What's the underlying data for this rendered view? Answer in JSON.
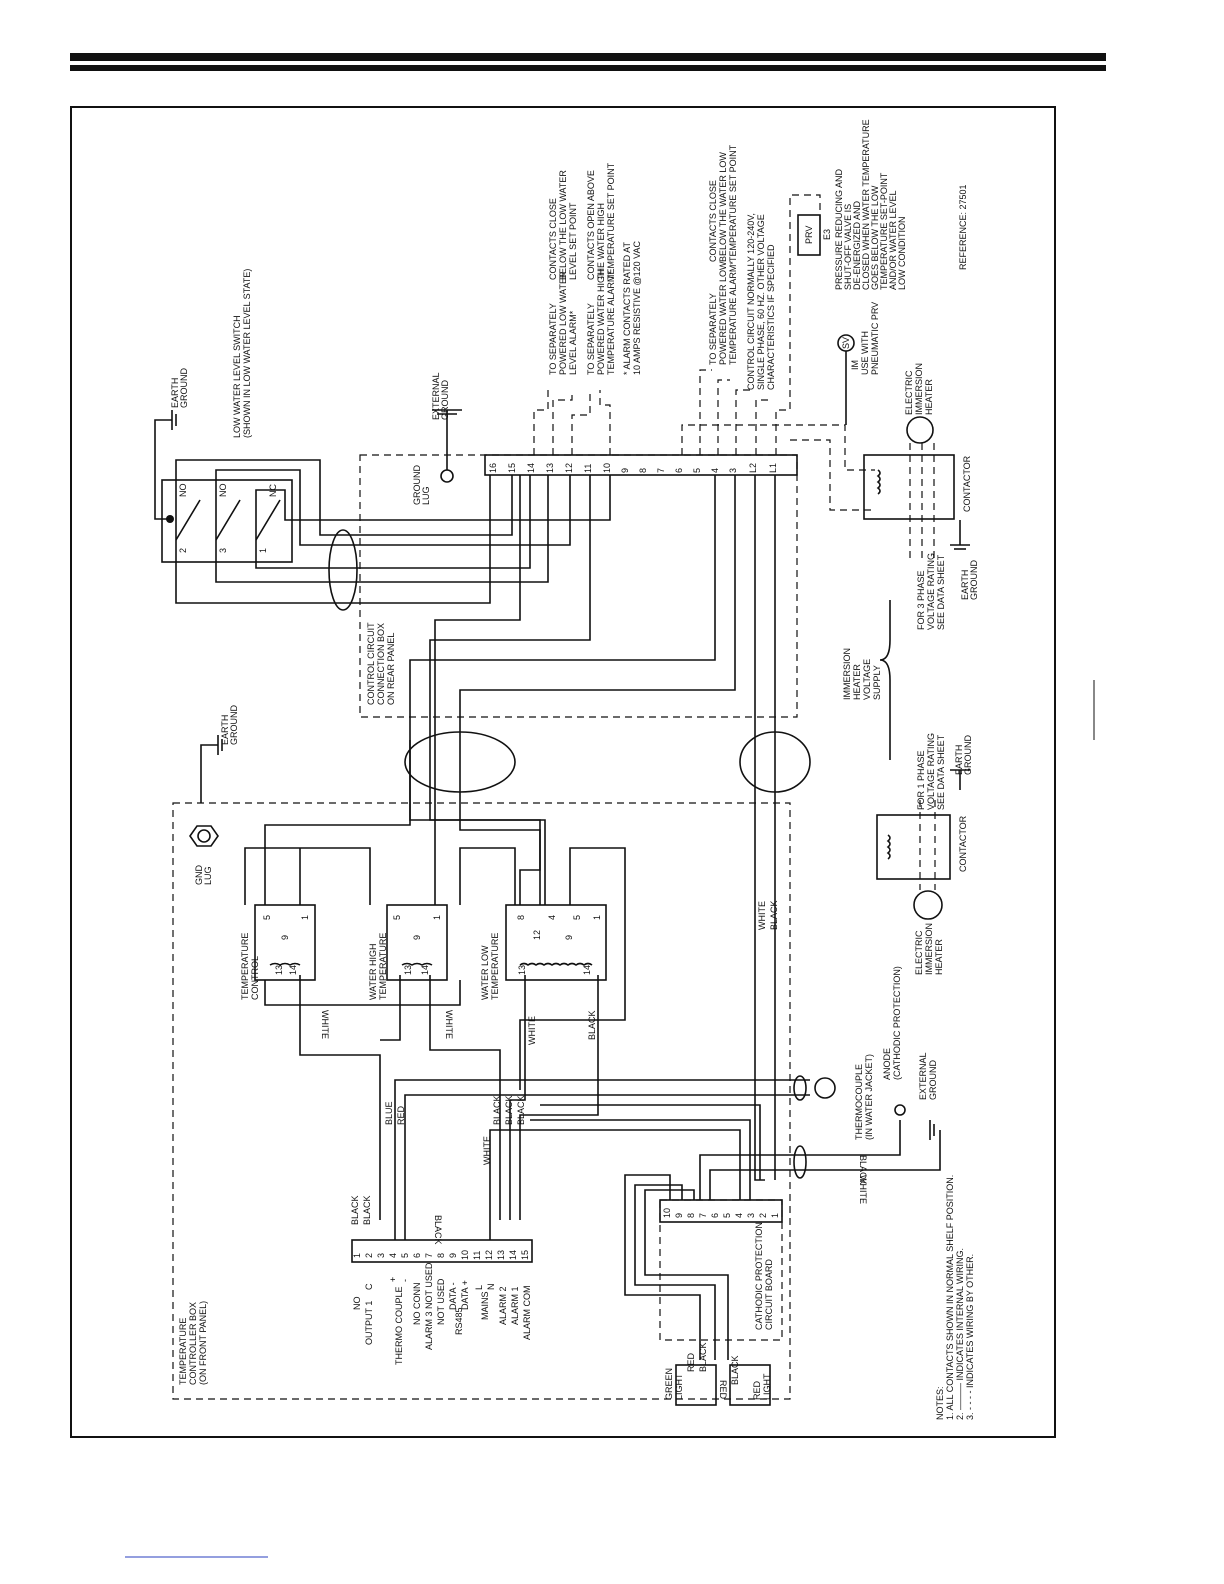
{
  "reference": "REFERENCE: 27501",
  "low_water_switch": {
    "title": "LOW WATER LEVEL SWITCH",
    "note": "(SHOWN IN LOW WATER LEVEL STATE)",
    "contacts": [
      "NO",
      "NO",
      "NC",
      "2",
      "3",
      "1"
    ]
  },
  "earth_ground": [
    "EARTH",
    "GROUND"
  ],
  "external_ground": [
    "EXTERNAL",
    "GROUND"
  ],
  "ground_lug": [
    "GROUND",
    "LUG"
  ],
  "gnd_lug": [
    "GND",
    "LUG"
  ],
  "control_box_label": [
    "CONTROL CIRCUIT",
    "CONNECTION BOX",
    "ON REAR PANEL"
  ],
  "terminals": [
    "16",
    "15",
    "14",
    "13",
    "12",
    "11",
    "10",
    "9",
    "8",
    "7",
    "6",
    "5",
    "4",
    "3",
    "L2",
    "L1"
  ],
  "alarm_low_water": [
    "TO SEPARATELY",
    "POWERED LOW WATER",
    "LEVEL ALARM*"
  ],
  "alarm_low_water_contacts": [
    "CONTACTS CLOSE",
    "BELOW THE LOW WATER",
    "LEVEL SET POINT"
  ],
  "alarm_high_temp": [
    "TO SEPARATELY",
    "POWERED WATER HIGH",
    "TEMPERATURE ALARM*"
  ],
  "alarm_high_temp_contacts": [
    "CONTACTS OPEN ABOVE",
    "THE WATER HIGH",
    "TEMPERATURE SET POINT"
  ],
  "alarm_rating": [
    "* ALARM CONTACTS RATED AT",
    "10 AMPS RESISTIVE @120 VAC"
  ],
  "alarm_low_temp": [
    "TO SEPARATELY",
    "POWERED WATER LOW",
    "TEMPERATURE ALARM*"
  ],
  "alarm_low_temp_contacts": [
    "CONTACTS CLOSE",
    "BELOW THE WATER LOW",
    "TEMPERATURE SET POINT"
  ],
  "control_circuit_note": [
    "CONTROL CIRCUIT NORMALLY 120-240V,",
    "SINGLE PHASE, 60 HZ. OTHER VOLTAGE",
    "CHARACTERISTICS IF SPECIFIED"
  ],
  "sv_label": "SV",
  "prv_label": "PRV",
  "e3_label": "E3",
  "pneumatic_note": [
    "IM",
    "USE WITH",
    "PNEUMATIC PRV"
  ],
  "prv_note": [
    "PRESSURE REDUCING AND",
    "SHUT-OFF VALVE IS",
    "DE-ENERGIZED AND",
    "CLOSED WHEN WATER TEMPERATURE",
    "GOES BELOW THE LOW",
    "TEMPERATURE SET-POINT",
    "AND/OR WATER LEVEL",
    "LOW CONDITION"
  ],
  "heater_label": [
    "ELECTRIC",
    "IMMERSION",
    "HEATER"
  ],
  "contactor_label": "CONTACTOR",
  "three_phase": [
    "FOR 3 PHASE",
    "VOLTAGE RATING",
    "SEE DATA SHEET"
  ],
  "one_phase": [
    "FOR 1 PHASE",
    "VOLTAGE RATING",
    "SEE DATA SHEET"
  ],
  "supply_label": [
    "IMMERSION",
    "HEATER",
    "VOLTAGE",
    "SUPPLY"
  ],
  "controls": [
    {
      "name": [
        "TEMPERATURE",
        "CONTROL"
      ],
      "pins": [
        "5",
        "9",
        "1",
        "13",
        "14"
      ]
    },
    {
      "name": [
        "WATER HIGH",
        "TEMPERATURE"
      ],
      "pins": [
        "5",
        "9",
        "1",
        "13",
        "14"
      ]
    },
    {
      "name": [
        "WATER LOW",
        "TEMPERATURE"
      ],
      "pins": [
        "8",
        "4",
        "5",
        "1",
        "12",
        "9",
        "13",
        "14"
      ]
    }
  ],
  "wire_labels": {
    "white": "WHITE",
    "black": "BLACK",
    "blue": "BLUE",
    "red": "RED"
  },
  "thermocouple": [
    "THERMOCOUPLE",
    "(IN WATER JACKET)"
  ],
  "anode": [
    "ANODE",
    "(CATHODIC PROTECTION)"
  ],
  "controller_box": [
    "TEMPERATURE",
    "CONTROLLER BOX",
    "(ON FRONT PANEL)"
  ],
  "controller_terminals": [
    "1",
    "2",
    "3",
    "4",
    "5",
    "6",
    "7",
    "8",
    "9",
    "10",
    "11",
    "12",
    "13",
    "14",
    "15"
  ],
  "controller_rows": [
    "NO",
    "C",
    "+",
    "-",
    "NO CONN",
    "ALARM 3 NOT USED",
    "NOT USED",
    "DATA -",
    "DATA +",
    "L",
    "N",
    "ALARM 2",
    "ALARM 1",
    "ALARM COM"
  ],
  "controller_groups": [
    "OUTPUT 1",
    "THERMO COUPLE",
    "ALARM 3",
    "RS485",
    "MAINS"
  ],
  "cp_board": [
    "CATHODIC PROTECTION",
    "CIRCUIT BOARD"
  ],
  "cp_terminals": [
    "1",
    "2",
    "3",
    "4",
    "5",
    "6",
    "7",
    "8",
    "9",
    "10"
  ],
  "lights": {
    "green": [
      "GREEN",
      "LIGHT"
    ],
    "red": [
      "RED",
      "LIGHT"
    ]
  },
  "notes_title": "NOTES:",
  "notes": [
    "1. ALL CONTACTS SHOWN IN NORMAL SHELF POSITION.",
    "2. ——— INDICATES INTERNAL WIRING.",
    "3. - - - - INDICATES WIRING BY OTHER."
  ]
}
